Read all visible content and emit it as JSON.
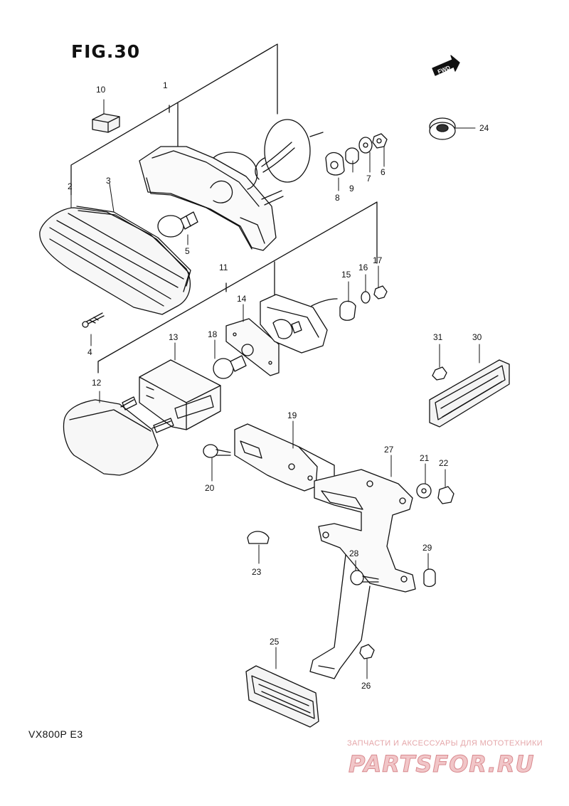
{
  "figure": {
    "title": "FIG.30",
    "model": "VX800P  E3",
    "direction_marker": "FWD"
  },
  "callouts": [
    {
      "id": "1",
      "label": "1"
    },
    {
      "id": "2",
      "label": "2"
    },
    {
      "id": "3",
      "label": "3"
    },
    {
      "id": "4",
      "label": "4"
    },
    {
      "id": "5",
      "label": "5"
    },
    {
      "id": "6",
      "label": "6"
    },
    {
      "id": "7",
      "label": "7"
    },
    {
      "id": "8",
      "label": "8"
    },
    {
      "id": "9",
      "label": "9"
    },
    {
      "id": "10",
      "label": "10"
    },
    {
      "id": "11",
      "label": "11"
    },
    {
      "id": "12",
      "label": "12"
    },
    {
      "id": "13",
      "label": "13"
    },
    {
      "id": "14",
      "label": "14"
    },
    {
      "id": "15",
      "label": "15"
    },
    {
      "id": "16",
      "label": "16"
    },
    {
      "id": "17",
      "label": "17"
    },
    {
      "id": "18",
      "label": "18"
    },
    {
      "id": "19",
      "label": "19"
    },
    {
      "id": "20",
      "label": "20"
    },
    {
      "id": "21",
      "label": "21"
    },
    {
      "id": "22",
      "label": "22"
    },
    {
      "id": "23",
      "label": "23"
    },
    {
      "id": "24",
      "label": "24"
    },
    {
      "id": "25",
      "label": "25"
    },
    {
      "id": "26",
      "label": "26"
    },
    {
      "id": "27",
      "label": "27"
    },
    {
      "id": "28",
      "label": "28"
    },
    {
      "id": "29",
      "label": "29"
    },
    {
      "id": "30",
      "label": "30"
    },
    {
      "id": "31",
      "label": "31"
    }
  ],
  "watermark": {
    "caption": "ЗАПЧАСТИ И АКСЕССУАРЫ ДЛЯ МОТОТЕХНИКИ",
    "logo": "PARTSFOR.RU"
  },
  "colors": {
    "ink": "#111111",
    "watermark": "#e5a7aa"
  }
}
